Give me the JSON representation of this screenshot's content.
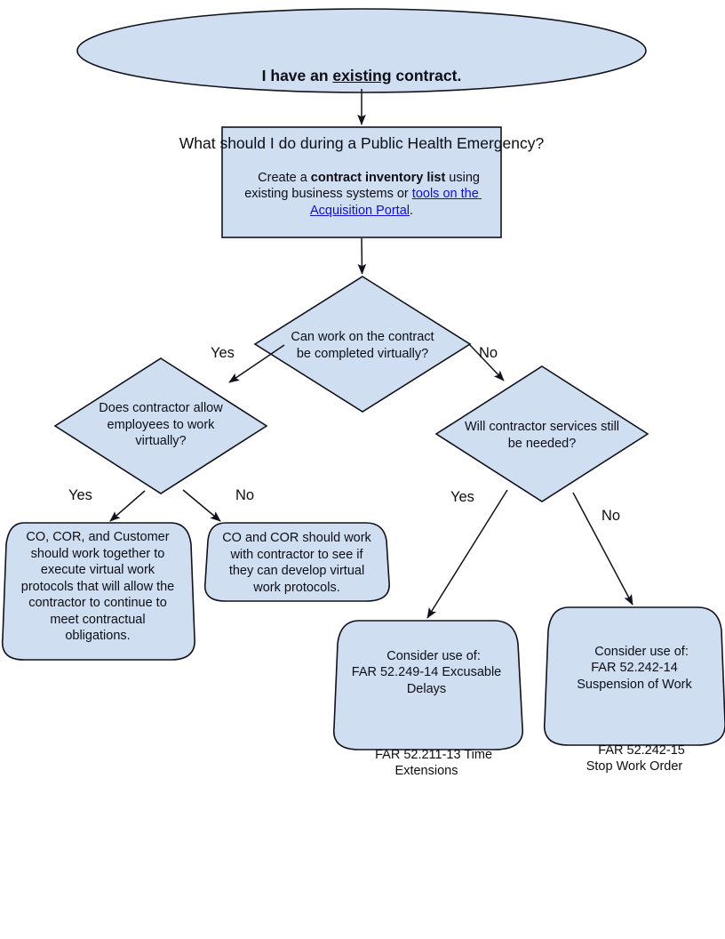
{
  "diagram": {
    "title_node": {
      "line1_prefix": "I have an ",
      "line1_emphasis": "existing",
      "line1_suffix": " contract.",
      "line2": "What should I do during a Public Health Emergency?"
    },
    "process_node": {
      "seg1": "Create a ",
      "seg2_bold": "contract inventory list",
      "seg3": " using existing business systems or ",
      "seg4_link": "tools on the Acquisition Portal",
      "seg5": "."
    },
    "decision_virtual": {
      "text": "Can work on the contract\nbe completed virtually?"
    },
    "decision_contractor_allows": {
      "text": "Does contractor allow\nemployees to work\nvirtually?"
    },
    "decision_services_needed": {
      "text": "Will contractor services still\nbe needed?"
    },
    "terminal_virtual_protocols": {
      "text": "CO, COR, and Customer\nshould work together to\nexecute virtual work\nprotocols that will allow the\ncontractor to continue to\nmeet contractual\nobligations."
    },
    "terminal_develop_protocols": {
      "text": "CO and COR should work\nwith contractor to see if\nthey can develop virtual\nwork protocols."
    },
    "terminal_excusable_delays": {
      "line_a": "Consider use of:\nFAR 52.249-14 Excusable\nDelays",
      "line_b": "FAR 52.211-13 Time\nExtensions"
    },
    "terminal_suspension": {
      "line_a": "Consider use of:\nFAR 52.242-14\nSuspension of Work",
      "line_b": "FAR 52.242-15\nStop Work Order"
    },
    "edge_labels": {
      "virtual_yes": "Yes",
      "virtual_no": "No",
      "allows_yes": "Yes",
      "allows_no": "No",
      "needed_yes": "Yes",
      "needed_no": "No"
    },
    "colors": {
      "node_fill": "#cfdff1",
      "node_stroke": "#12121c",
      "text": "#0d0d15",
      "link": "#1111cc",
      "background": "#ffffff"
    }
  }
}
